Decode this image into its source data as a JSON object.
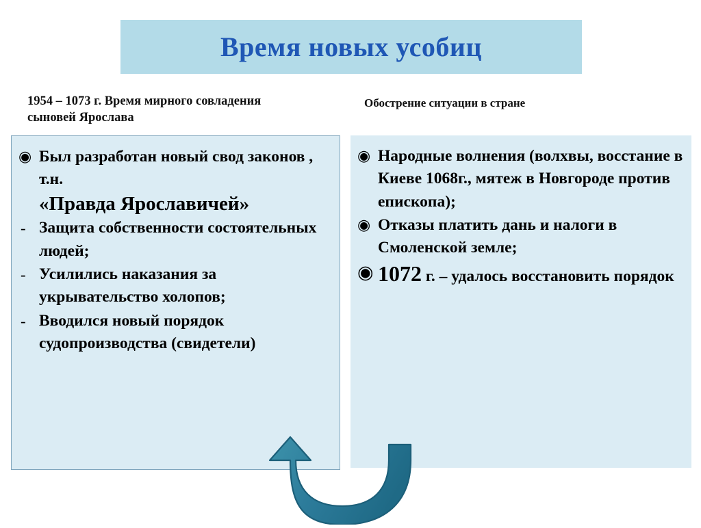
{
  "slide": {
    "title": "Время новых усобиц",
    "title_color": "#1f57b5",
    "banner_color": "#b3dbe8",
    "box_color": "#dbecf4",
    "arrow_color": "#2e7d99"
  },
  "left_column": {
    "heading": "1954 – 1073 г. Время мирного совладения сыновей Ярослава",
    "items": [
      {
        "marker": "◉",
        "marker_type": "bullet",
        "text": "Был разработан новый свод законов , т.н.",
        "emphasis": "«Правда Ярославичей»"
      },
      {
        "marker": "-",
        "marker_type": "dash",
        "text": "Защита собственности состоятельных людей;",
        "emphasis": ""
      },
      {
        "marker": "-",
        "marker_type": "dash",
        "text": "Усилились наказания за укрывательство холопов;",
        "emphasis": ""
      },
      {
        "marker": "-",
        "marker_type": "dash",
        "text": "Вводился новый порядок судопроизводства (свидетели)",
        "emphasis": ""
      }
    ]
  },
  "right_column": {
    "heading": "Обострение ситуации в стране",
    "items": [
      {
        "marker": "◉",
        "marker_type": "bullet",
        "text": "Народные волнения (волхвы, восстание в Киеве 1068г., мятеж в Новгороде против епископа);",
        "year": "",
        "rest": ""
      },
      {
        "marker": "◉",
        "marker_type": "bullet",
        "text": "Отказы платить дань и налоги в Смоленской земле;",
        "year": "",
        "rest": ""
      },
      {
        "marker": "◉",
        "marker_type": "bullet-lg",
        "text": "",
        "year": "1072",
        "rest": " г. – удалось восстановить порядок"
      }
    ]
  },
  "arrow": {
    "name": "curved-up-arrow",
    "direction": "right-to-left-up"
  }
}
